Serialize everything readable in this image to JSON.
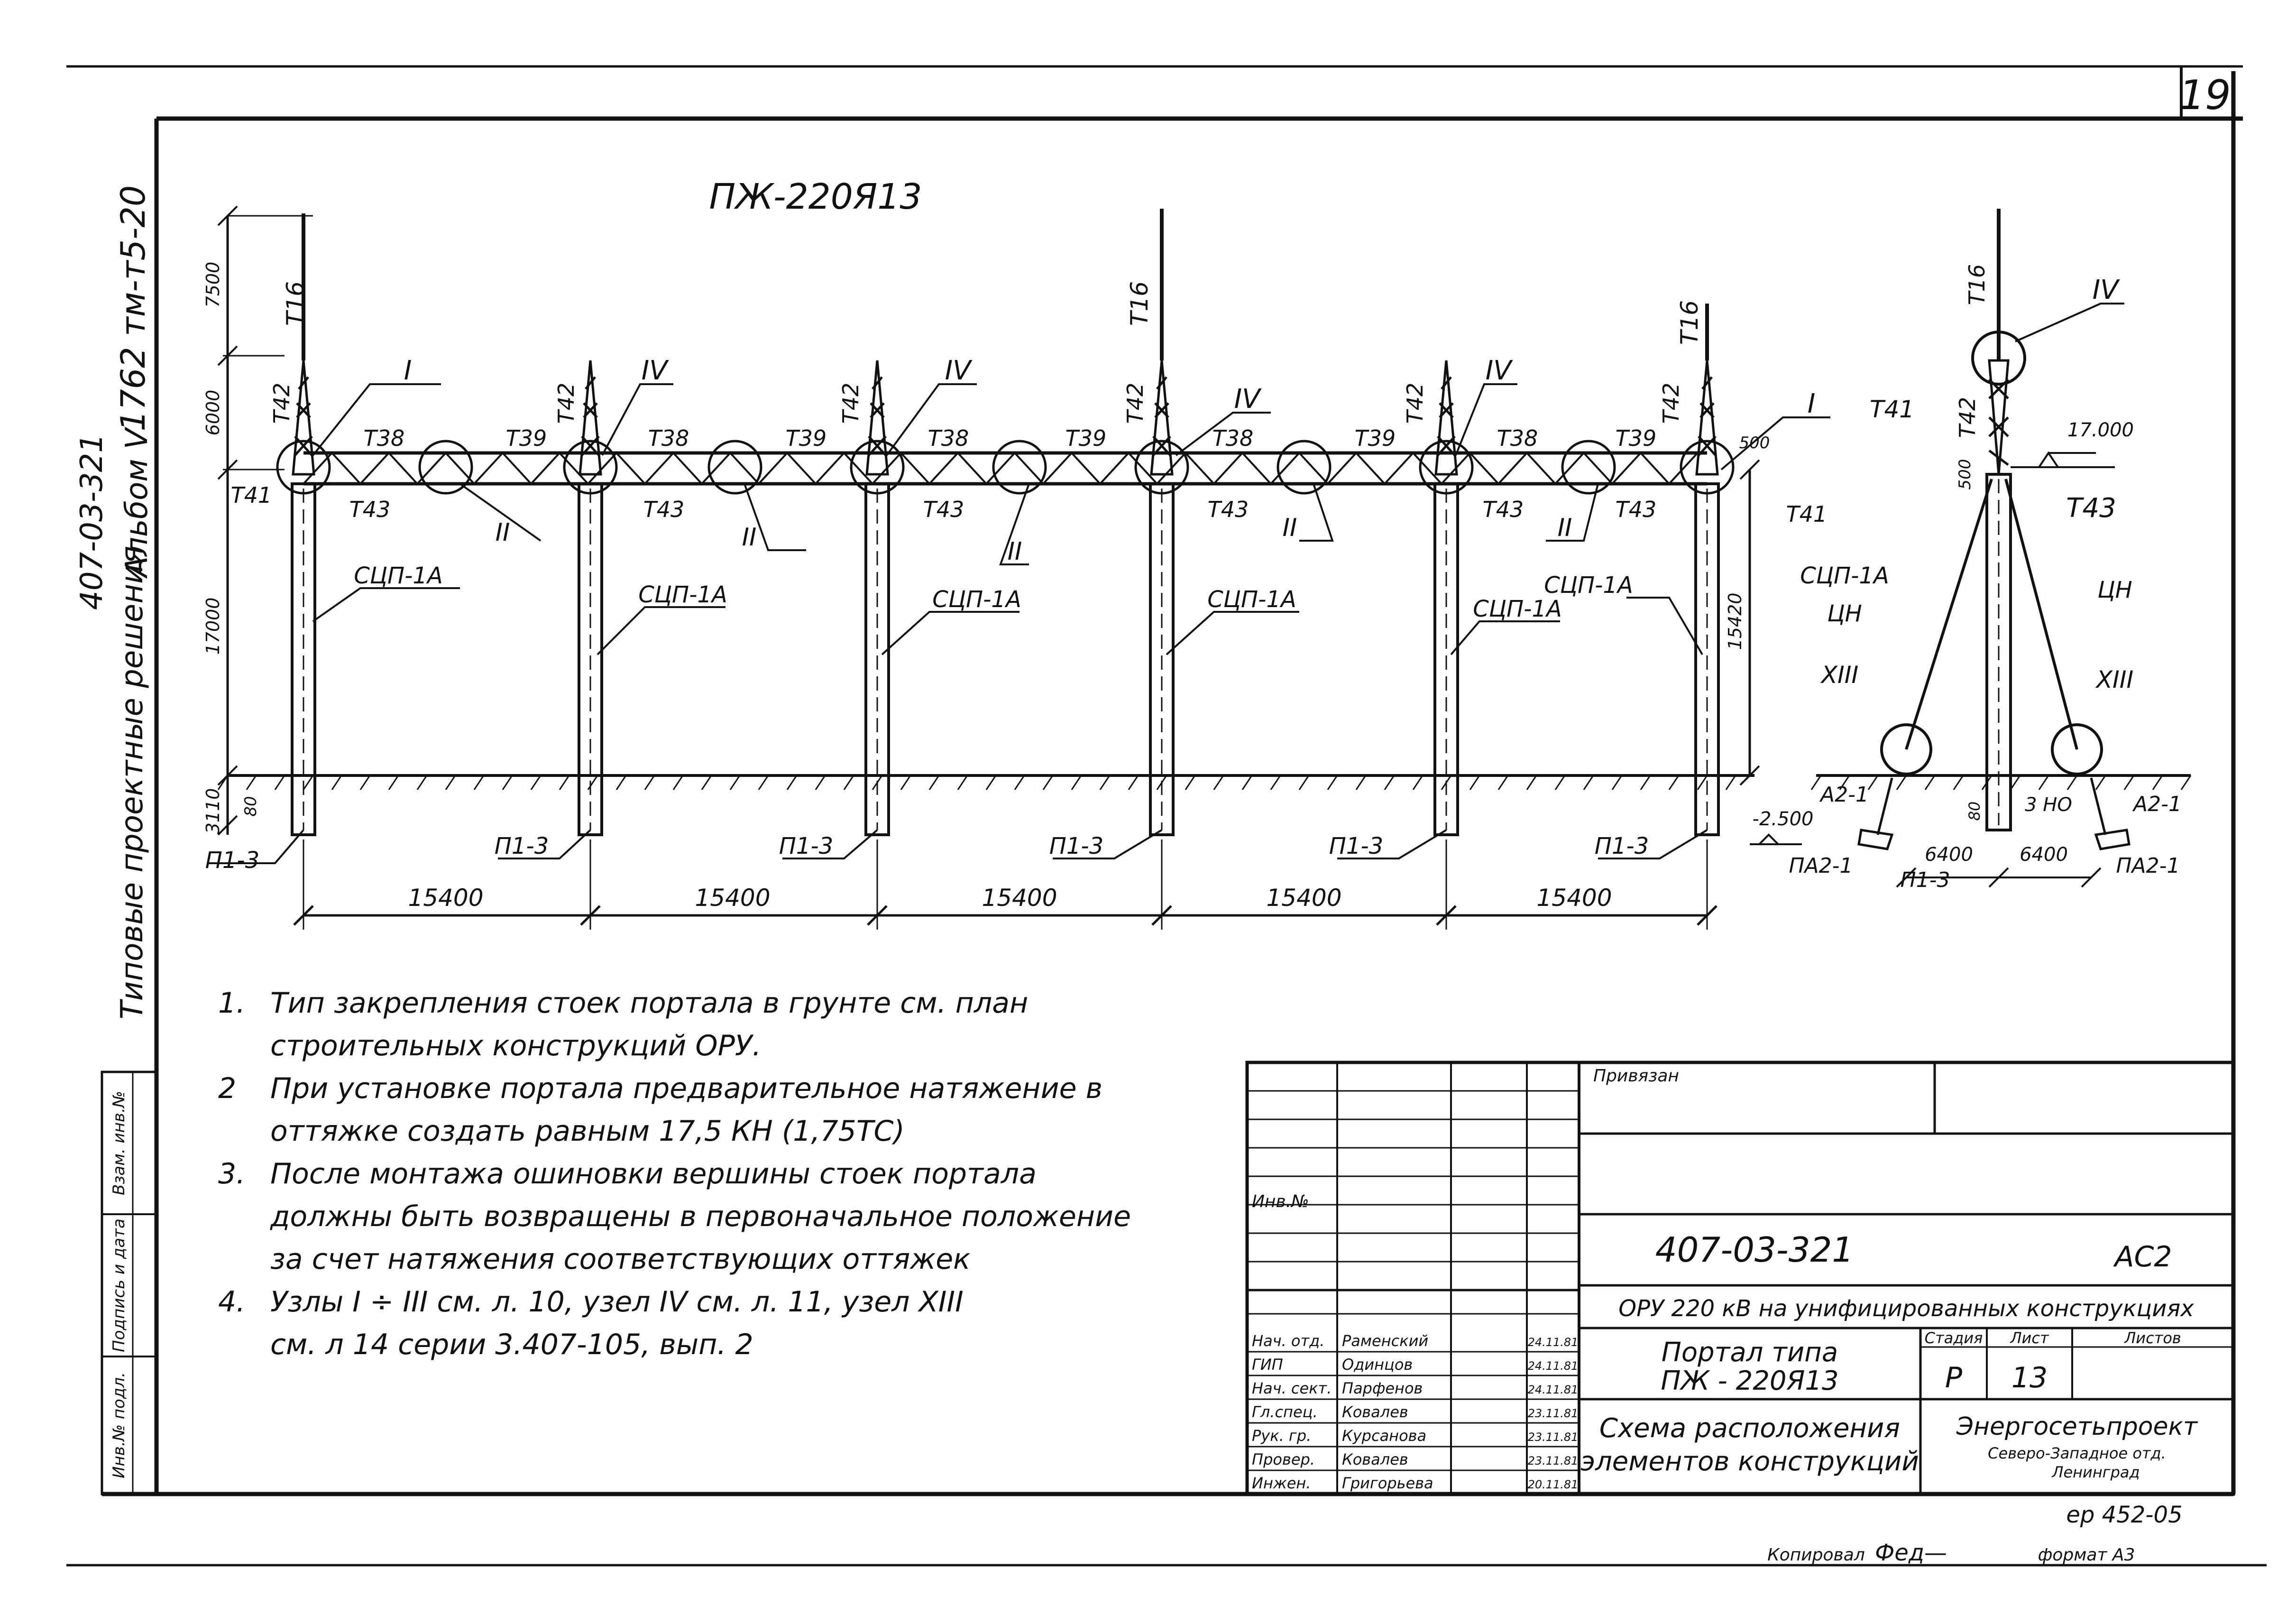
{
  "sheet": {
    "number": "19",
    "vertical_code": "1762 тм-т5-20",
    "album_label": "Альбом V",
    "series_label": "407-03-321",
    "category_label": "Типовые проектные решения",
    "stamp_left": [
      "Инв.№ подл.",
      "Подпись и дата",
      "Взам. инв.№"
    ],
    "note_bottom": "ер 452-05",
    "copied_by": "Копировал",
    "copied_sign": "Фед—",
    "format": "формат А3"
  },
  "drawing": {
    "title": "ПЖ-220Я13",
    "dimensions": {
      "spans": [
        "15400",
        "15400",
        "15400",
        "15400",
        "15400"
      ],
      "top_mast": "7500",
      "upper": "6000",
      "mid": "17000",
      "bottom": "3110",
      "embed": "80",
      "side_height": "15420",
      "beam_depth": "500",
      "side_depth": "500",
      "level_top": "17.000",
      "level_ground": "-2.500",
      "side_h0": "3 НО",
      "side_spans": [
        "6400",
        "6400"
      ],
      "side_small": "80"
    },
    "labels": {
      "mast": "Т16",
      "cap": "Т42",
      "beam_a": "Т38",
      "beam_b": "Т39",
      "end_piece": "Т41",
      "bracket": "Т43",
      "column": "СЦП-1А",
      "foundation": "П1-3",
      "guy": "ЦН",
      "anchor": "А2-1",
      "anchor_plate": "ПА2-1",
      "node_1": "I",
      "node_2": "II",
      "node_4": "IV",
      "node_13": "XIII"
    }
  },
  "notes": [
    {
      "num": "1.",
      "text": "Тип закрепления стоек портала в грунте см. план\nстроительных конструкций ОРУ."
    },
    {
      "num": "2",
      "text": "При установке портала предварительное натяжение в\nоттяжке создать равным 17,5 КН (1,75ТС)"
    },
    {
      "num": "3.",
      "text": "После монтажа ошиновки вершины стоек портала\nдолжны быть возвращены в первоначальное положение\nза счет натяжения соответствующих оттяжек"
    },
    {
      "num": "4.",
      "text": "Узлы I ÷ III см. л. 10, узел IV см. л. 11, узел XIII\nсм. л 14 серии 3.407-105, вып. 2"
    }
  ],
  "title_block": {
    "bound_label": "Привязан",
    "inv_label": "Инв.№",
    "doc_code": "407-03-321",
    "sheet_code": "АС2",
    "project": "ОРУ 220 кВ на унифицированных конструкциях",
    "object_line1": "Портал типа",
    "object_line2": "ПЖ - 220Я13",
    "sheet_title_line1": "Схема расположения",
    "sheet_title_line2": "элементов конструкций",
    "stage_label": "Стадия",
    "page_label": "Лист",
    "pages_label": "Листов",
    "stage": "Р",
    "page": "13",
    "org_line1": "Энергосетьпроект",
    "org_line2": "Северо-Западное отд.",
    "org_line3": "Ленинград",
    "signatures": [
      {
        "role": "Нач. отд.",
        "name": "Раменский",
        "date": "24.11.81"
      },
      {
        "role": "ГИП",
        "name": "Одинцов",
        "date": "24.11.81"
      },
      {
        "role": "Нач. сект.",
        "name": "Парфенов",
        "date": "24.11.81"
      },
      {
        "role": "Гл.спец.",
        "name": "Ковалев",
        "date": "23.11.81"
      },
      {
        "role": "Рук. гр.",
        "name": "Курсанова",
        "date": "23.11.81"
      },
      {
        "role": "Провер.",
        "name": "Ковалев",
        "date": "23.11.81"
      },
      {
        "role": "Инжен.",
        "name": "Григорьева",
        "date": "20.11.81"
      }
    ]
  }
}
